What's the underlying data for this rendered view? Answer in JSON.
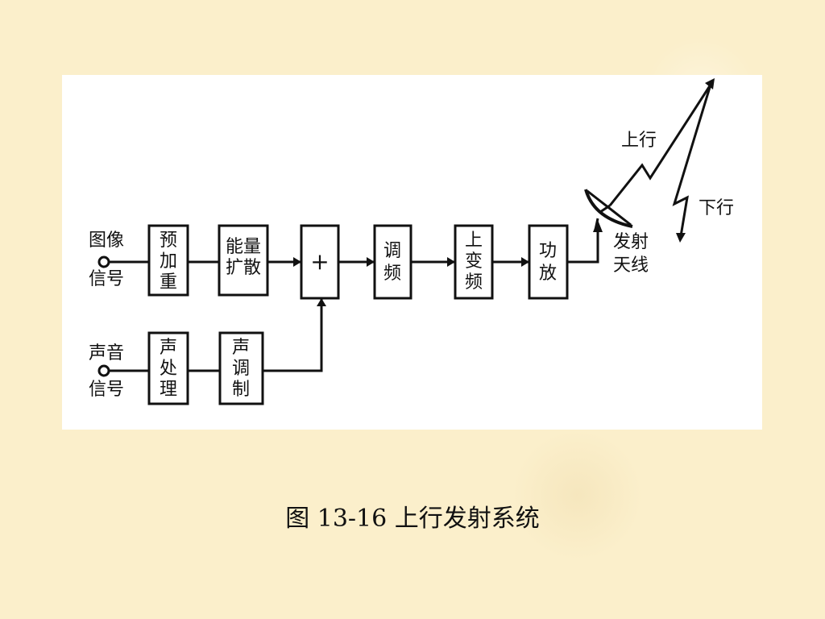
{
  "labels": {
    "image_signal_1": "图像",
    "image_signal_2": "信号",
    "audio_signal_1": "声音",
    "audio_signal_2": "信号",
    "antenna_1": "发射",
    "antenna_2": "天线",
    "uplink": "上行",
    "downlink": "下行",
    "adder": "+"
  },
  "blocks": {
    "pre_emphasis": [
      "预",
      "加",
      "重"
    ],
    "energy_dispersal": [
      "能量",
      "扩散"
    ],
    "modulation": [
      "调",
      "频"
    ],
    "upconversion": [
      "上",
      "变",
      "频"
    ],
    "power_amp": [
      "功",
      "放"
    ],
    "audio_processing": [
      "声",
      "处",
      "理"
    ],
    "audio_modulation": [
      "声",
      "调",
      "制"
    ]
  },
  "caption": {
    "figure": "图 13-16",
    "title": "上行发射系统"
  }
}
